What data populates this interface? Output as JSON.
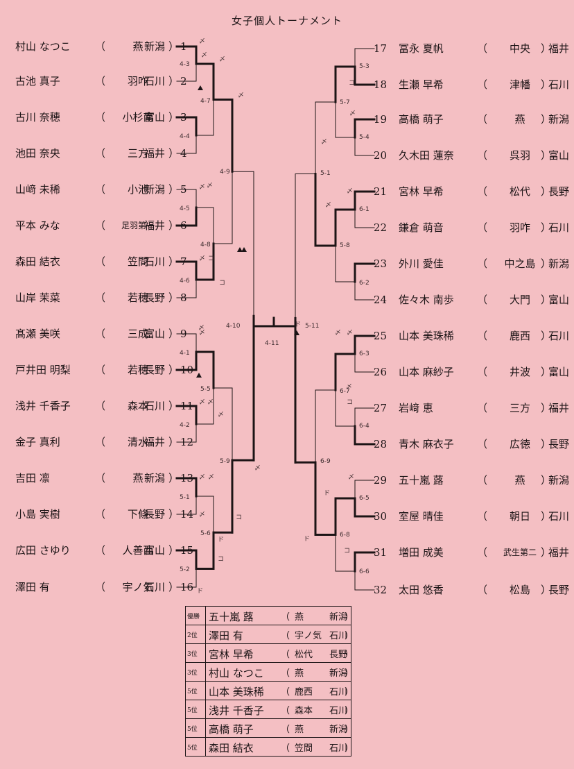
{
  "title": "女子個人トーナメント",
  "left_players": [
    {
      "no": "1",
      "name": "村山 なつこ",
      "school": "燕",
      "pref": "新潟"
    },
    {
      "no": "2",
      "name": "古池 真子",
      "school": "羽咋",
      "pref": "石川"
    },
    {
      "no": "3",
      "name": "古川 奈穂",
      "school": "小杉南",
      "pref": "富山"
    },
    {
      "no": "4",
      "name": "池田 奈央",
      "school": "三方",
      "pref": "福井"
    },
    {
      "no": "5",
      "name": "山﨑 未稀",
      "school": "小池",
      "pref": "新潟"
    },
    {
      "no": "6",
      "name": "平本 みな",
      "school": "足羽第一",
      "pref": "福井"
    },
    {
      "no": "7",
      "name": "森田 結衣",
      "school": "笠間",
      "pref": "石川"
    },
    {
      "no": "8",
      "name": "山岸 茉菜",
      "school": "若穂",
      "pref": "長野"
    },
    {
      "no": "9",
      "name": "髙瀬 美咲",
      "school": "三成",
      "pref": "富山"
    },
    {
      "no": "10",
      "name": "戸井田 明梨",
      "school": "若穂",
      "pref": "長野"
    },
    {
      "no": "11",
      "name": "浅井 千香子",
      "school": "森本",
      "pref": "石川"
    },
    {
      "no": "12",
      "name": "金子 真利",
      "school": "清水",
      "pref": "福井"
    },
    {
      "no": "13",
      "name": "吉田 凛",
      "school": "燕",
      "pref": "新潟"
    },
    {
      "no": "14",
      "name": "小島 実樹",
      "school": "下條",
      "pref": "長野"
    },
    {
      "no": "15",
      "name": "広田 さゆり",
      "school": "人善西",
      "pref": "富山"
    },
    {
      "no": "16",
      "name": "澤田 有",
      "school": "宇ノ気",
      "pref": "石川"
    }
  ],
  "right_players": [
    {
      "no": "17",
      "name": "冨永 夏帆",
      "school": "中央",
      "pref": "福井"
    },
    {
      "no": "18",
      "name": "生瀬 早希",
      "school": "津幡",
      "pref": "石川"
    },
    {
      "no": "19",
      "name": "高橋 萌子",
      "school": "燕",
      "pref": "新潟"
    },
    {
      "no": "20",
      "name": "久木田 蓮奈",
      "school": "呉羽",
      "pref": "富山"
    },
    {
      "no": "21",
      "name": "宮林 早希",
      "school": "松代",
      "pref": "長野"
    },
    {
      "no": "22",
      "name": "鎌倉 萌音",
      "school": "羽咋",
      "pref": "石川"
    },
    {
      "no": "23",
      "name": "外川 愛佳",
      "school": "中之島",
      "pref": "新潟"
    },
    {
      "no": "24",
      "name": "佐々木 南歩",
      "school": "大門",
      "pref": "富山"
    },
    {
      "no": "25",
      "name": "山本 美珠稀",
      "school": "鹿西",
      "pref": "石川"
    },
    {
      "no": "26",
      "name": "山本 麻紗子",
      "school": "井波",
      "pref": "富山"
    },
    {
      "no": "27",
      "name": "岩﨑 恵",
      "school": "三方",
      "pref": "福井"
    },
    {
      "no": "28",
      "name": "青木 麻衣子",
      "school": "広徳",
      "pref": "長野"
    },
    {
      "no": "29",
      "name": "五十嵐 蕗",
      "school": "燕",
      "pref": "新潟"
    },
    {
      "no": "30",
      "name": "室屋 晴佳",
      "school": "朝日",
      "pref": "石川"
    },
    {
      "no": "31",
      "name": "増田 成美",
      "school": "武生第二",
      "pref": "福井"
    },
    {
      "no": "32",
      "name": "太田 悠香",
      "school": "松島",
      "pref": "長野"
    }
  ],
  "paren_open": "（",
  "paren_close": "）",
  "match_labels": [
    "4-3",
    "4-4",
    "4-5",
    "4-6",
    "4-1",
    "4-2",
    "5-1",
    "5-2",
    "4-7",
    "4-8",
    "5-5",
    "5-6",
    "4-9",
    "5-9",
    "4-10",
    "5-3",
    "5-4",
    "6-1",
    "6-2",
    "6-3",
    "6-4",
    "6-5",
    "6-6",
    "5-7",
    "5-8",
    "6-7",
    "6-8",
    "5-1",
    "6-9",
    "5-11",
    "4-11"
  ],
  "results": [
    {
      "rank": "優勝",
      "name": "五十嵐 蕗",
      "school": "燕",
      "pref": "新潟"
    },
    {
      "rank": "2位",
      "name": "澤田 有",
      "school": "宇ノ気",
      "pref": "石川"
    },
    {
      "rank": "3位",
      "name": "宮林 早希",
      "school": "松代",
      "pref": "長野"
    },
    {
      "rank": "3位",
      "name": "村山 なつこ",
      "school": "燕",
      "pref": "新潟"
    },
    {
      "rank": "5位",
      "name": "山本 美珠稀",
      "school": "鹿西",
      "pref": "石川"
    },
    {
      "rank": "5位",
      "name": "浅井 千香子",
      "school": "森本",
      "pref": "石川"
    },
    {
      "rank": "5位",
      "name": "高橋 萌子",
      "school": "燕",
      "pref": "新潟"
    },
    {
      "rank": "5位",
      "name": "森田 結衣",
      "school": "笠間",
      "pref": "石川"
    }
  ]
}
